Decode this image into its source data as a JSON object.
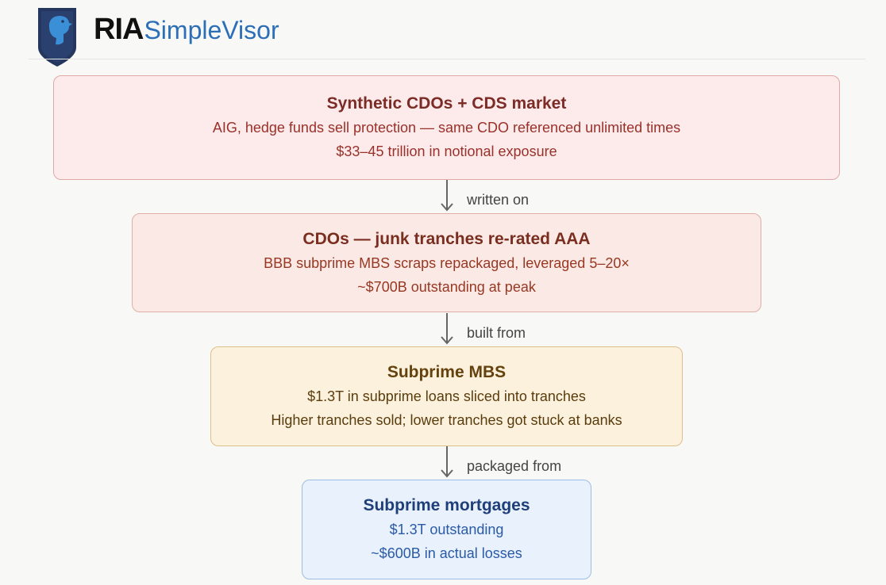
{
  "header": {
    "brand_bold": "RIA",
    "brand_light": "SimpleVisor"
  },
  "colors": {
    "brand_blue": "#2c6fb7",
    "shield_navy": "#25375e",
    "red_box_fill": "#fcebea",
    "orange_box_fill": "#fbe9e5",
    "amber_box_fill": "#fbf1dd",
    "blue_box_fill": "#e8f1fc"
  },
  "diagram": {
    "nodes": [
      {
        "id": "synthetic-cdos",
        "title": "Synthetic CDOs + CDS market",
        "line1": "AIG, hedge funds sell protection — same CDO referenced unlimited times",
        "line2": "$33–45 trillion in notional exposure"
      },
      {
        "id": "cdos",
        "title": "CDOs — junk tranches re-rated AAA",
        "line1": "BBB subprime MBS scraps repackaged, leveraged 5–20×",
        "line2": "~$700B outstanding at peak"
      },
      {
        "id": "subprime-mbs",
        "title": "Subprime MBS",
        "line1": "$1.3T in subprime loans sliced into tranches",
        "line2": "Higher tranches sold; lower tranches got stuck at banks"
      },
      {
        "id": "subprime-mortgages",
        "title": "Subprime mortgages",
        "line1": "$1.3T outstanding",
        "line2": "~$600B in actual losses"
      }
    ],
    "edges": [
      {
        "from": "synthetic-cdos",
        "to": "cdos",
        "label": "written on"
      },
      {
        "from": "cdos",
        "to": "subprime-mbs",
        "label": "built from"
      },
      {
        "from": "subprime-mbs",
        "to": "subprime-mortgages",
        "label": "packaged from"
      }
    ]
  }
}
